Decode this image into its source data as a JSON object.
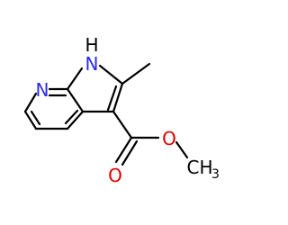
{
  "molecule": {
    "atoms": {
      "n_pyridine": "N",
      "nh_nitrogen": "N",
      "nh_hydrogen": "H",
      "carbonyl_oxygen": "O",
      "ester_oxygen": "O",
      "methyl_ester_c": "CH",
      "methyl_ester_sub": "3"
    },
    "colors": {
      "bond": "#000000",
      "nitrogen": "#2a2af0",
      "oxygen": "#e00000",
      "carbon": "#000000"
    }
  }
}
